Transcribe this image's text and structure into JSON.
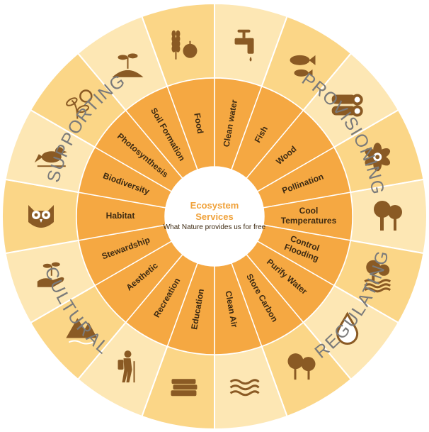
{
  "center": {
    "title_line1": "Ecosystem",
    "title_line2": "Services",
    "subtitle": "What Nature provides us for free"
  },
  "categories": {
    "supporting": "SUPPORTING",
    "provisioning": "PROVISIONING",
    "regulating": "REGULATING",
    "cultural": "CULTURAL"
  },
  "services": [
    {
      "label": "Clean water",
      "icon": "faucet-icon"
    },
    {
      "label": "Fish",
      "icon": "fish-icon"
    },
    {
      "label": "Wood",
      "icon": "logs-icon"
    },
    {
      "label": "Pollination",
      "icon": "flower-icon"
    },
    {
      "label": [
        "Cool",
        "Temperatures"
      ],
      "icon": "trees-icon"
    },
    {
      "label": [
        "Control",
        "Flooding"
      ],
      "icon": "trees-water-icon"
    },
    {
      "label": "Purify Water",
      "icon": "water-drop-icon"
    },
    {
      "label": "Store Carbon",
      "icon": "autumn-trees-icon"
    },
    {
      "label": "Clean Air",
      "icon": "wind-icon"
    },
    {
      "label": "Education",
      "icon": "books-icon"
    },
    {
      "label": "Recreation",
      "icon": "hiker-icon"
    },
    {
      "label": "Aesthetic",
      "icon": "mountains-icon"
    },
    {
      "label": "Stewardship",
      "icon": "hand-sprout-icon"
    },
    {
      "label": "Habitat",
      "icon": "owl-icon"
    },
    {
      "label": "Biodiversity",
      "icon": "bird-icon"
    },
    {
      "label": "Photosynthesis",
      "icon": "sun-plant-icon"
    },
    {
      "label": "Soil Formation",
      "icon": "sprout-soil-icon"
    },
    {
      "label": "Food",
      "icon": "wheat-apple-icon"
    }
  ],
  "colors": {
    "outer_a": "#fde7b4",
    "outer_b": "#fbd687",
    "inner": "#f5a842",
    "center": "#ffffff",
    "accent": "#f0a23b",
    "icon": "#8a5a24"
  }
}
